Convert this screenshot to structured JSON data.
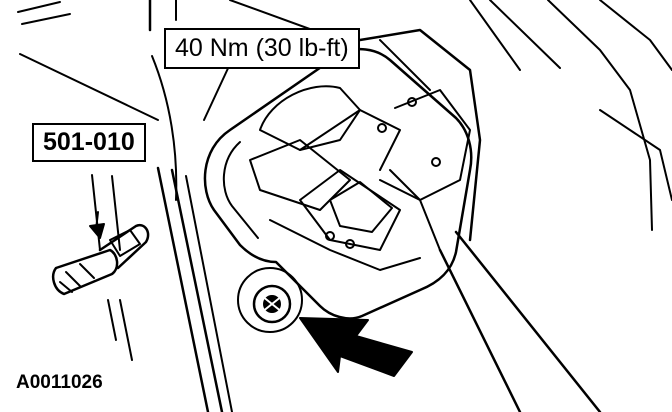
{
  "figure": {
    "torque_spec": "40 Nm (30 lb-ft)",
    "tool_number": "501-010",
    "figure_id": "A0011026"
  },
  "colors": {
    "line": "#000000",
    "background": "#ffffff"
  }
}
